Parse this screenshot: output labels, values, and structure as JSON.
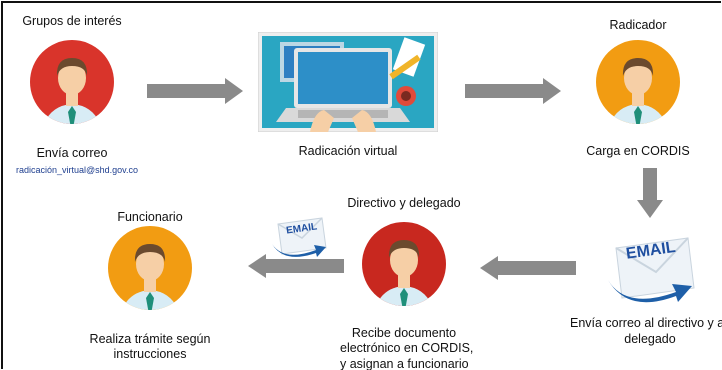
{
  "nodes": {
    "grupos": {
      "title": "Grupos de interés",
      "caption": "Envía correo",
      "email": "radicación_virtual@shd.gov.co",
      "color": "#d9342b"
    },
    "radicacion": {
      "caption": "Radicación virtual"
    },
    "radicador": {
      "title": "Radicador",
      "caption": "Carga en CORDIS",
      "color": "#f29c12"
    },
    "envia_directivo": {
      "caption_line1": "Envía correo al directivo y al",
      "caption_line2": "delegado",
      "email_word": "EMAIL"
    },
    "directivo": {
      "title": "Directivo y delegado",
      "caption_line1": "Recibe documento",
      "caption_line2": "electrónico en CORDIS,",
      "caption_line3": "y asignan a funcionario",
      "color": "#c8281f"
    },
    "funcionario": {
      "title": "Funcionario",
      "caption_line1": "Realiza trámite según",
      "caption_line2": "instrucciones",
      "color": "#f29c12",
      "email_word": "EMAIL"
    }
  },
  "colors": {
    "arrow": "#8a8a8a",
    "skin": "#f6cfa6",
    "hair": "#6b4a2e",
    "shirt": "#d8ecf5",
    "tie": "#1f8f7a"
  }
}
